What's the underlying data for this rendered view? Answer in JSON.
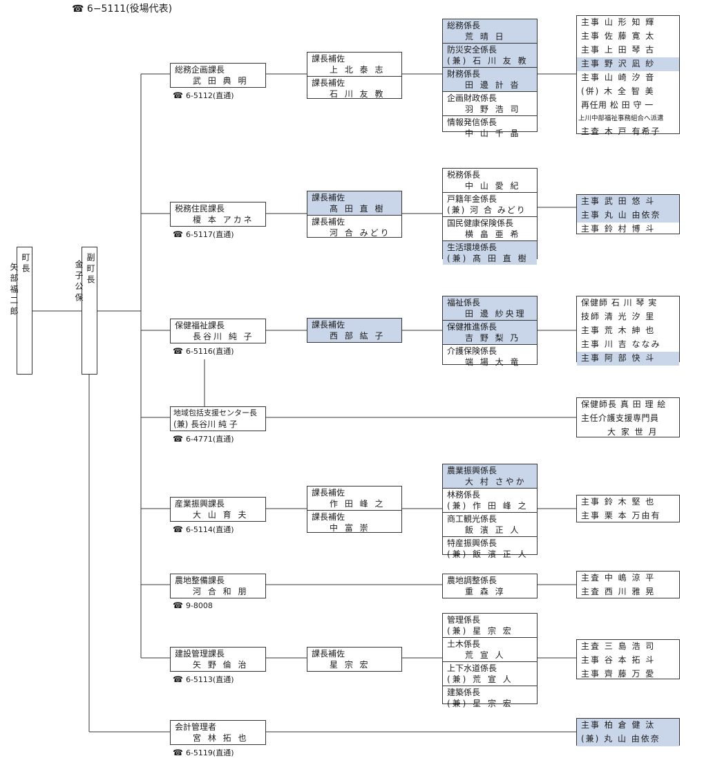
{
  "header_phone": {
    "icon": "telephone-icon",
    "text": "6−5111(役場代表)"
  },
  "mayor": {
    "title": "町長",
    "name": "矢部福二郎"
  },
  "vice_mayor": {
    "title": "副町長",
    "name": "金子公保"
  },
  "colors": {
    "highlight": "#c9d6ea",
    "line": "#333333"
  },
  "departments": [
    {
      "title": "総務企画課長",
      "name": "武 田 典 明",
      "phone": "6-5112(直通)"
    },
    {
      "title": "税務住民課長",
      "name": "榎 本 アカネ",
      "phone": "6-5117(直通)"
    },
    {
      "title": "保健福祉課長",
      "name": "長谷川 純 子",
      "phone": "6-5116(直通)"
    },
    {
      "title": "地域包括支援センター長",
      "name": "(兼) 長谷川 純 子",
      "phone": "6-4771(直通)"
    },
    {
      "title": "産業振興課長",
      "name": "大 山 育 夫",
      "phone": "6-5114(直通)"
    },
    {
      "title": "農地整備課長",
      "name": "河 合 和 朋",
      "phone": "9-8008"
    },
    {
      "title": "建設管理課長",
      "name": "矢 野 倫 治",
      "phone": "6-5113(直通)"
    },
    {
      "title": "会計管理者",
      "name": "宮 林 拓 也",
      "phone": "6-5119(直通)"
    }
  ],
  "assistants": [
    [
      {
        "title": "課長補佐",
        "name": "上 北 泰 志"
      },
      {
        "title": "課長補佐",
        "name": "石 川 友 教"
      }
    ],
    [
      {
        "title": "課長補佐",
        "name": "髙 田 直 樹"
      },
      {
        "title": "課長補佐",
        "name": "河 合 みどり"
      }
    ],
    [
      {
        "title": "課長補佐",
        "name": "西 部 紘 子"
      }
    ],
    [
      {
        "title": "課長補佐",
        "name": "作 田 峰 之"
      },
      {
        "title": "課長補佐",
        "name": "中 富 崇"
      }
    ],
    [
      {
        "title": "課長補佐",
        "name": "星 宗 宏"
      }
    ]
  ],
  "sections": [
    [
      {
        "title": "総務係長",
        "name": "荒 晴 日"
      },
      {
        "title": "防災安全係長",
        "name": "(兼) 石 川 友 教"
      },
      {
        "title": "財務係長",
        "name": "田 邊 計 沓"
      },
      {
        "title": "企画財政係長",
        "name": "羽 野 浩 司"
      },
      {
        "title": "情報発信係長",
        "name": "中 山 千 晶"
      }
    ],
    [
      {
        "title": "税務係長",
        "name": "中 山 愛 紀"
      },
      {
        "title": "戸籍年金係長",
        "name": "(兼) 河 合 みどり"
      },
      {
        "title": "国民健康保険係長",
        "name": "横 畠 亜 希"
      },
      {
        "title": "生活環境係長",
        "name": "(兼) 髙 田 直 樹"
      }
    ],
    [
      {
        "title": "福祉係長",
        "name": "田 邊 紗央理"
      },
      {
        "title": "保健推進係長",
        "name": "吉 野 梨 乃"
      },
      {
        "title": "介護保険係長",
        "name": "端 場 大 竜"
      }
    ],
    [
      {
        "title": "農業振興係長",
        "name": "大 村 さやか"
      },
      {
        "title": "林務係長",
        "name": "(兼) 作 田 峰 之"
      },
      {
        "title": "商工観光係長",
        "name": "飯 濱 正 人"
      },
      {
        "title": "特産振興係長",
        "name": "(兼) 飯 濱 正 人"
      }
    ],
    [
      {
        "title": "農地調整係長",
        "name": "重 森 淳"
      }
    ],
    [
      {
        "title": "管理係長",
        "name": "(兼) 星 宗 宏"
      },
      {
        "title": "土木係長",
        "name": "荒 宣 人"
      },
      {
        "title": "上下水道係長",
        "name": "(兼) 荒 宣 人"
      },
      {
        "title": "建築係長",
        "name": "(兼) 星 宗 宏"
      }
    ]
  ],
  "staff": [
    [
      "主事 山 形 知 輝",
      "主事 佐 藤 寛 太",
      "主事 上 田 琴 古",
      "主事 野 沢 凪 紗",
      "主事 山 崎 汐 音",
      "(併) 木 全 智 美",
      "再任用 松 田 守 一",
      "上川中部福祉事務組合へ派遣",
      "主査 木 戸 有希子"
    ],
    [
      "主事 武 田 悠 斗",
      "主事 丸 山 由依奈",
      "主事 鈴 村 博 斗"
    ],
    [
      "保健師 石 川 琴 実",
      "技師 清 光 汐 里",
      "主事 荒 木 紳 也",
      "主事 川 吉 ななみ",
      "主事 阿 部 快 斗"
    ],
    [
      "保健師長 真 田 理 絵",
      "主任介護支援専門員",
      "大 家 世 月"
    ],
    [
      "主事 鈴 木 堅 也",
      "主事 栗 本 万由有"
    ],
    [
      "主査 中 嶋 涼 平",
      "主査 西 川 雅 晃"
    ],
    [
      "主査 三 島 浩 司",
      "主事 谷 本 拓 斗",
      "主事 齊 藤 万 愛"
    ],
    [
      "主事 柏 倉 健 汰",
      "(兼) 丸 山 由依奈"
    ]
  ]
}
